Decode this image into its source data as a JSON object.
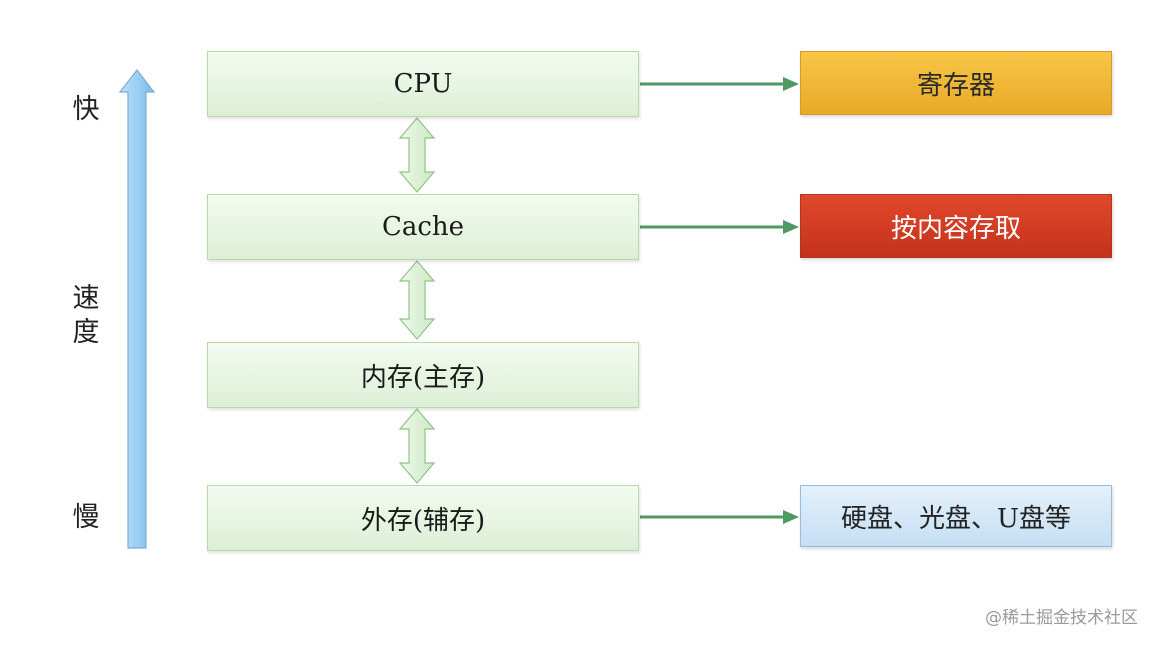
{
  "speed_labels": {
    "fast": "快",
    "speed": "速\n度",
    "slow": "慢"
  },
  "hierarchy": [
    {
      "id": "cpu",
      "label": "CPU"
    },
    {
      "id": "cache",
      "label": "Cache"
    },
    {
      "id": "main_memory",
      "label": "内存(主存)"
    },
    {
      "id": "external_memory",
      "label": "外存(辅存)"
    }
  ],
  "targets": [
    {
      "id": "register",
      "label": "寄存器",
      "color": "#f2b93a"
    },
    {
      "id": "content_access",
      "label": "按内容存取",
      "color": "#d53f23"
    },
    {
      "id": "disk",
      "label": "硬盘、光盘、U盘等",
      "color": "#d5e8f7"
    }
  ],
  "colors": {
    "level_fill": "#e5f4df",
    "connector_arrow": "#4f9a63",
    "double_arrow_fill": "#d9f0d1",
    "speed_arrow": "#8ec4ee"
  },
  "watermark": "@稀土掘金技术社区"
}
